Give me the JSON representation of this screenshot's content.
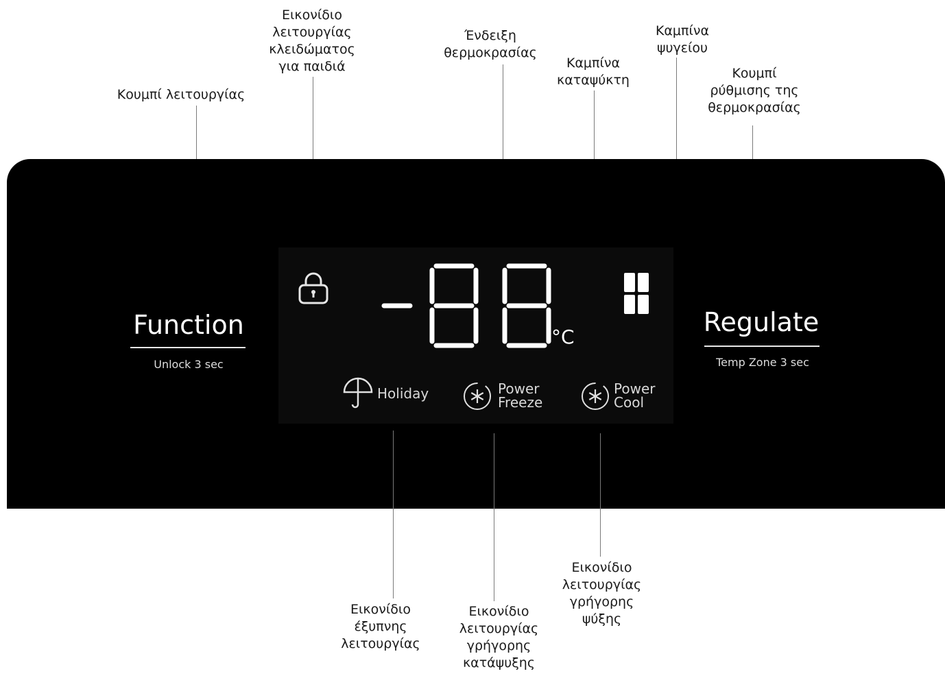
{
  "callouts": {
    "function_button": "Κουμπί λειτουργίας",
    "child_lock_icon": "Εικονίδιο\nλειτουργίας\nκλειδώματος\nγια παιδιά",
    "temperature_display": "Ένδειξη\nθερμοκρασίας",
    "freezer_compartment": "Καμπίνα\nκαταψύκτη",
    "fridge_compartment": "Καμπίνα\nψυγείου",
    "regulate_button": "Κουμπί\nρύθμισης της\nθερμοκρασίας",
    "holiday_icon": "Εικονίδιο\nέξυπνης\nλειτουργίας",
    "power_freeze_icon": "Εικονίδιο\nλειτουργίας\nγρήγορης\nκατάψυξης",
    "power_cool_icon": "Εικονίδιο\nλειτουργίας\nγρήγορης\nψύξης"
  },
  "panel": {
    "function": {
      "label": "Function",
      "sub": "Unlock 3 sec"
    },
    "regulate": {
      "label": "Regulate",
      "sub": "Temp Zone 3 sec"
    },
    "display": {
      "sign": "-",
      "digits": "88",
      "unit": "°C"
    },
    "modes": {
      "holiday": "Holiday",
      "power_freeze_1": "Power",
      "power_freeze_2": "Freeze",
      "power_cool_1": "Power",
      "power_cool_2": "Cool"
    },
    "icons": {
      "lock": "padlock-icon",
      "holiday": "umbrella-icon",
      "power_freeze": "snowflake-icon",
      "power_cool": "star-icon",
      "compartments": "compartment-grid-icon"
    }
  },
  "colors": {
    "panel": "#000000",
    "display": "#0b0b0b",
    "segment": "#ffffff"
  }
}
